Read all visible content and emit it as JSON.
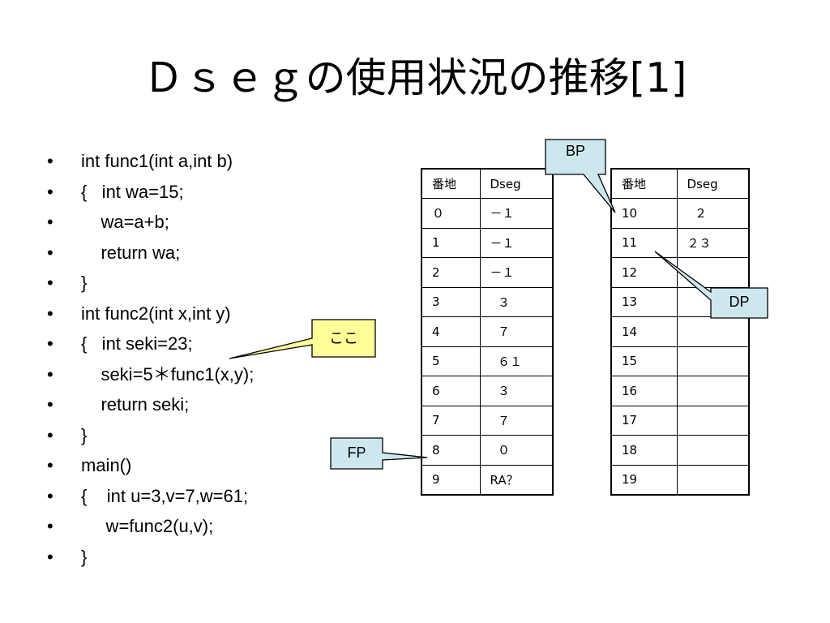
{
  "slide": {
    "title": "Ｄｓｅｇの使用状況の推移[1]"
  },
  "code_lines": [
    {
      "bullet": "•",
      "text": "int func1(int a,int b)"
    },
    {
      "bullet": "•",
      "text": "{   int wa=15;"
    },
    {
      "bullet": "•",
      "text": "    wa=a+b;"
    },
    {
      "bullet": "•",
      "text": "    return wa;"
    },
    {
      "bullet": "•",
      "text": "}"
    },
    {
      "bullet": "•",
      "text": "int func2(int x,int y)"
    },
    {
      "bullet": "•",
      "text": "{   int seki=23;"
    },
    {
      "bullet": "•",
      "text": "    seki=5＊func1(x,y);"
    },
    {
      "bullet": "•",
      "text": "    return seki;"
    },
    {
      "bullet": "•",
      "text": "}"
    },
    {
      "bullet": "•",
      "text": "main()"
    },
    {
      "bullet": "•",
      "text": "{    int u=3,v=7,w=61;"
    },
    {
      "bullet": "•",
      "text": "     w=func2(u,v);"
    },
    {
      "bullet": "•",
      "text": "}"
    }
  ],
  "table_left": {
    "headers": [
      "番地",
      "Dseg"
    ],
    "rows": [
      [
        "０",
        "－１"
      ],
      [
        "1",
        "－１"
      ],
      [
        "2",
        "－１"
      ],
      [
        "3",
        "  ３"
      ],
      [
        "4",
        "  ７"
      ],
      [
        "5",
        "  ６１"
      ],
      [
        "6",
        "  ３"
      ],
      [
        "7",
        "  ７"
      ],
      [
        "8",
        "  ０"
      ],
      [
        "9",
        "RA？"
      ]
    ]
  },
  "table_right": {
    "headers": [
      "番地",
      "Dseg"
    ],
    "rows": [
      [
        "10",
        "  ２"
      ],
      [
        "11",
        "２３"
      ],
      [
        "12",
        ""
      ],
      [
        "13",
        ""
      ],
      [
        "14",
        ""
      ],
      [
        "15",
        ""
      ],
      [
        "16",
        ""
      ],
      [
        "17",
        ""
      ],
      [
        "18",
        ""
      ],
      [
        "19",
        ""
      ]
    ]
  },
  "callouts": {
    "bp": "BP",
    "dp": "DP",
    "fp": "FP",
    "koko": "ここ"
  },
  "colors": {
    "pointer_callout_fill": "#cce8ee",
    "koko_callout_fill": "#ffff99"
  }
}
